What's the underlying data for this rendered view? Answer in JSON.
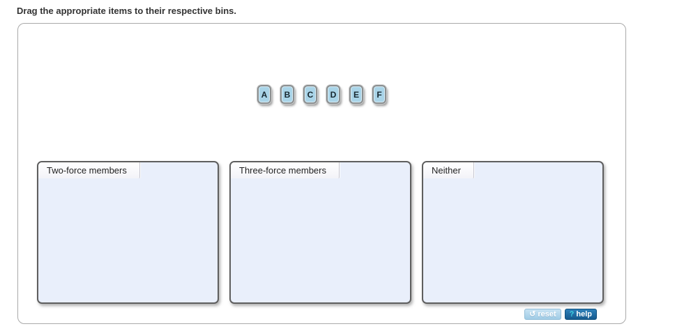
{
  "page": {
    "instruction": "Drag the appropriate items to their respective bins."
  },
  "items": [
    {
      "label": "A"
    },
    {
      "label": "B"
    },
    {
      "label": "C"
    },
    {
      "label": "D"
    },
    {
      "label": "E"
    },
    {
      "label": "F"
    }
  ],
  "bins": [
    {
      "label": "Two-force members"
    },
    {
      "label": "Three-force members"
    },
    {
      "label": "Neither"
    }
  ],
  "toolbar": {
    "reset_icon": "↺",
    "reset_label": "reset",
    "help_icon": "?",
    "help_label": "help"
  },
  "colors": {
    "chip_fill": "#a9d4e8",
    "chip_border": "#8b8f90",
    "bin_fill": "#e9effb",
    "bin_border": "#5e5e5e",
    "reset_button": "#a0cce6",
    "help_button": "#1b6aa3",
    "help_icon_accent": "#3ed0e0",
    "panel_border": "#a9a9a9",
    "text": "#333333"
  }
}
